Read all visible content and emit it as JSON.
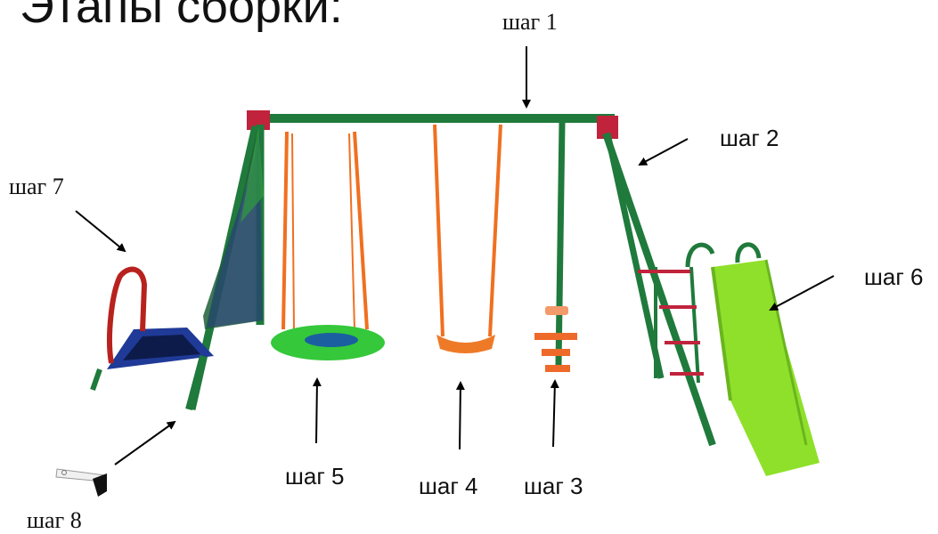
{
  "title": "Этапы сборки:",
  "steps": [
    {
      "label": "шаг 1"
    },
    {
      "label": "шаг 2"
    },
    {
      "label": "шаг 3"
    },
    {
      "label": "шаг 4"
    },
    {
      "label": "шаг 5"
    },
    {
      "label": "шаг 6"
    },
    {
      "label": "шаг 7"
    },
    {
      "label": "шаг 8"
    }
  ],
  "colors": {
    "frame": "#1f7a3c",
    "frame_end": "#c0233b",
    "rope": "#f07020",
    "seat": "#ee7a28",
    "nest": "#34c83a",
    "slide": "#8fe02a",
    "trampoline": "#213a9a"
  }
}
